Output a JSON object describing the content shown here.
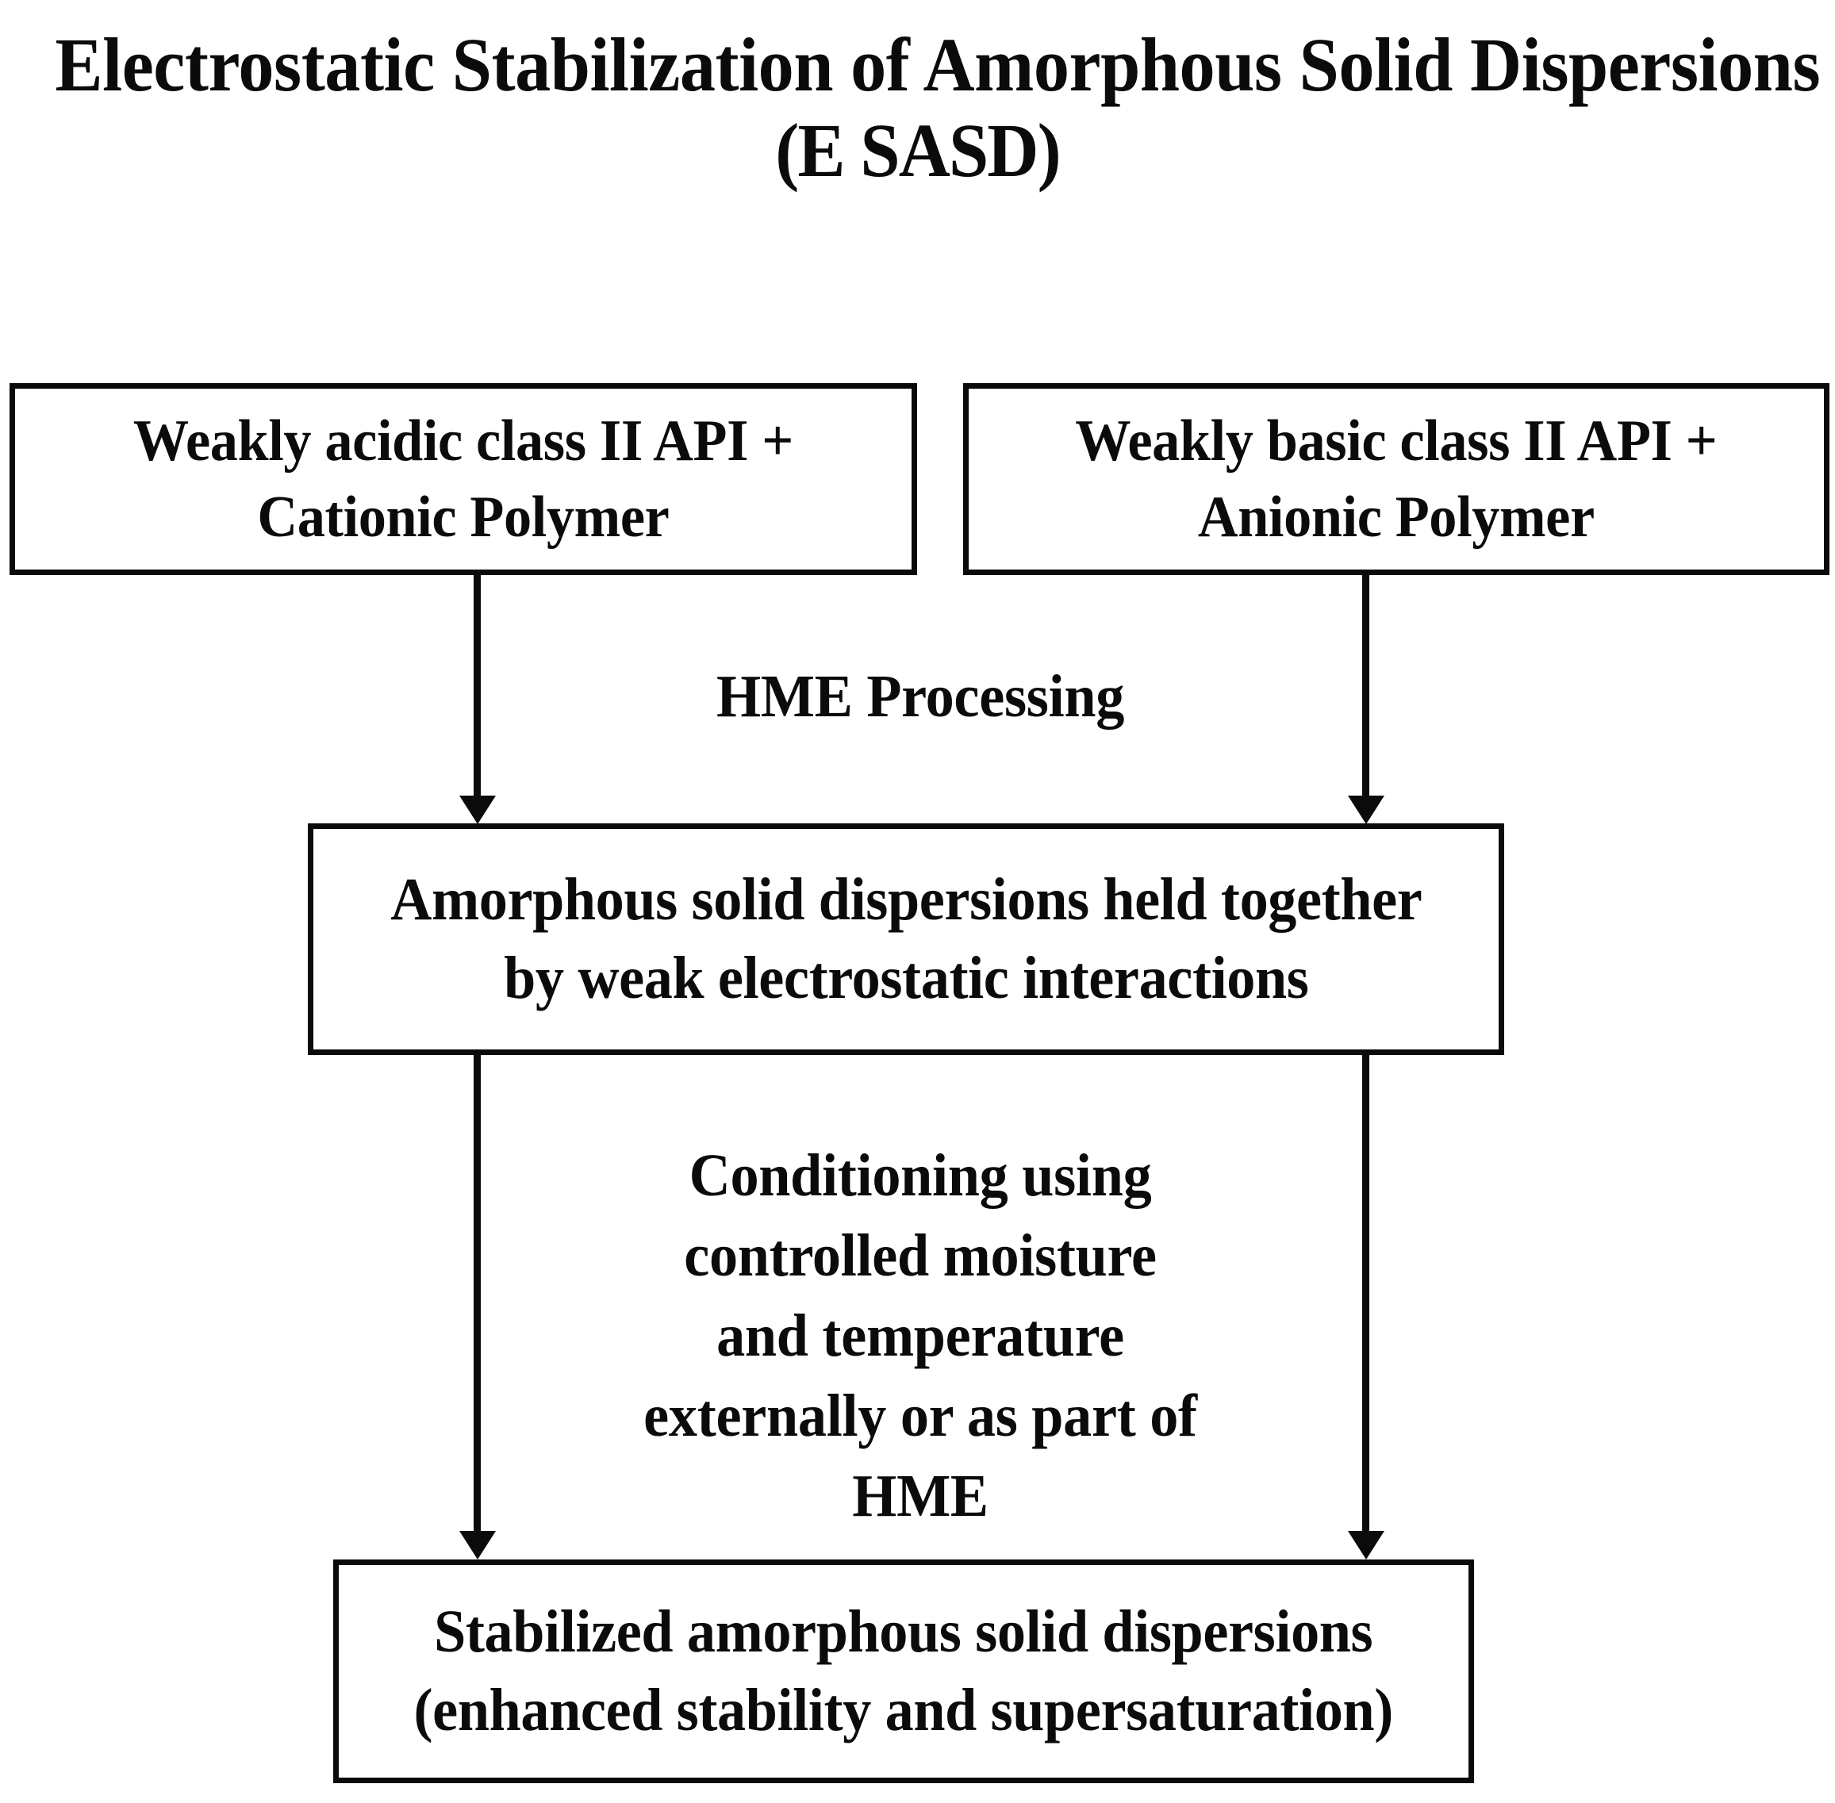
{
  "figure": {
    "title": {
      "line1": "Electrostatic Stabilization of Amorphous Solid Dispersions",
      "line2": "(E SASD)"
    },
    "colors": {
      "ink": "#0b0b0b",
      "background": "#ffffff",
      "box_border": "#0b0b0b"
    },
    "nodes": [
      {
        "id": "acidic-input",
        "text": "Weakly acidic class II API +\nCationic Polymer"
      },
      {
        "id": "basic-input",
        "text": "Weakly basic class II API +\nAnionic Polymer"
      },
      {
        "id": "amorphous-solid-dispersion",
        "text": "Amorphous solid dispersions held together\nby weak electrostatic interactions"
      },
      {
        "id": "stabilized-result",
        "text": "Stabilized amorphous solid dispersions\n(enhanced stability and supersaturation)"
      }
    ],
    "edge_labels": [
      {
        "id": "hme-processing",
        "text": "HME Processing"
      },
      {
        "id": "conditioning",
        "text": "Conditioning using\ncontrolled moisture\nand temperature\nexternally or as part of\nHME"
      }
    ],
    "arrows": [
      {
        "id": "acidic-to-asd",
        "from": "acidic-input",
        "to": "amorphous-solid-dispersion",
        "label": "HME Processing"
      },
      {
        "id": "basic-to-asd",
        "from": "basic-input",
        "to": "amorphous-solid-dispersion",
        "label": "HME Processing"
      },
      {
        "id": "asd-to-result-left",
        "from": "amorphous-solid-dispersion",
        "to": "stabilized-result",
        "label": "Conditioning using controlled moisture and temperature externally or as part of HME"
      },
      {
        "id": "asd-to-result-right",
        "from": "amorphous-solid-dispersion",
        "to": "stabilized-result",
        "label": "Conditioning using controlled moisture and temperature externally or as part of HME"
      }
    ]
  }
}
